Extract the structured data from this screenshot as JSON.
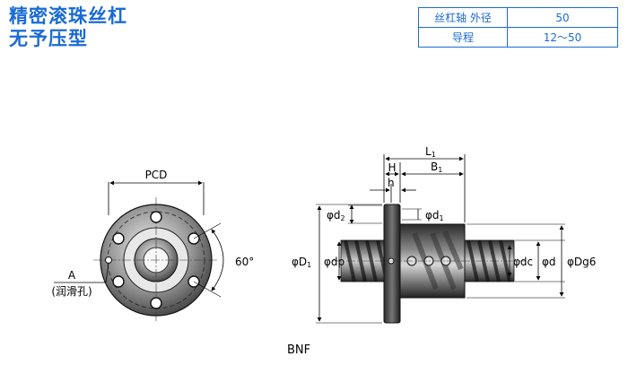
{
  "title": {
    "line1": "精密滚珠丝杠",
    "line2": "无予压型"
  },
  "spec_table": {
    "rows": [
      {
        "label": "丝杠轴 外径",
        "value": "50"
      },
      {
        "label": "导程",
        "value": "12～50"
      }
    ]
  },
  "front_view": {
    "pcd_label": "PCD",
    "angle_label": "60°",
    "hole_label": "A",
    "hole_note": "(润滑孔)"
  },
  "side_view": {
    "L1": "L",
    "L1_sub": "1",
    "H": "H",
    "B1": "B",
    "B1_sub": "1",
    "h": "h",
    "d2": "φd",
    "d2_sub": "2",
    "d1": "φd",
    "d1_sub": "1",
    "D1": "φD",
    "D1_sub": "1",
    "dp": "φdp",
    "dc": "φdc",
    "d": "φd",
    "Dg6": "φDg6"
  },
  "caption": "BNF",
  "colors": {
    "accent": "#1a6bd6"
  }
}
